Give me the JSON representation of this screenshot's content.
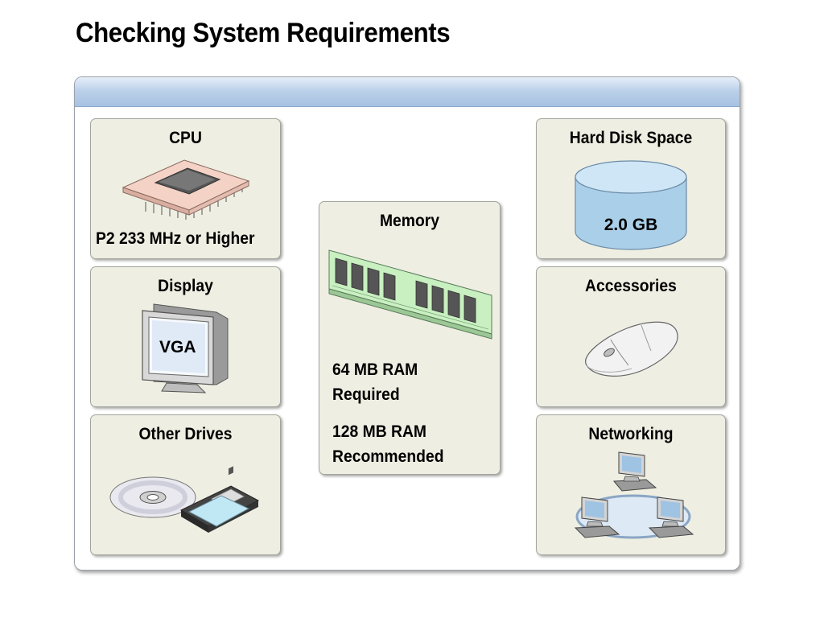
{
  "slide": {
    "title": "Checking System Requirements"
  },
  "cards": {
    "cpu": {
      "title": "CPU",
      "text": "P2  233 MHz or Higher"
    },
    "display": {
      "title": "Display",
      "screen_label": "VGA"
    },
    "other_drives": {
      "title": "Other Drives"
    },
    "memory": {
      "title": "Memory",
      "required_line1": "64 MB RAM",
      "required_line2": "Required",
      "recommended_line1": "128 MB RAM",
      "recommended_line2": "Recommended"
    },
    "hard_disk": {
      "title": "Hard Disk Space",
      "capacity": "2.0 GB"
    },
    "accessories": {
      "title": "Accessories"
    },
    "networking": {
      "title": "Networking"
    }
  },
  "icons": [
    "cpu-chip-icon",
    "monitor-icon",
    "cd-disc-icon",
    "floppy-disk-icon",
    "ram-module-icon",
    "hard-disk-cylinder-icon",
    "mouse-icon",
    "network-computers-icon"
  ],
  "colors": {
    "card_background": "#eeeee2",
    "header_blue": "#a7c2e2",
    "disk_blue": "#aacfe8",
    "ram_green": "#c8f0c0",
    "cpu_pink": "#f3d2c8"
  }
}
